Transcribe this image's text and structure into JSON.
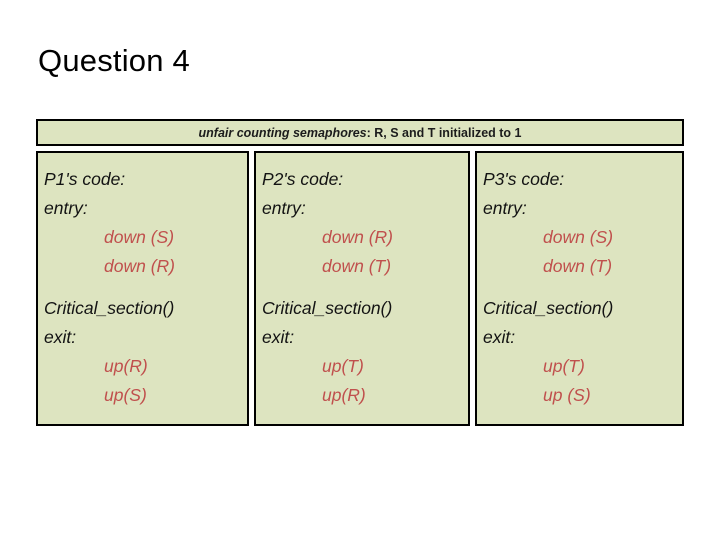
{
  "slide": {
    "title": "Question 4",
    "banner": {
      "italic_part": "unfair counting semaphores",
      "bold_part": ": R, S and T initialized to 1",
      "full_text": "unfair counting semaphores: R, S and T initialized to 1"
    },
    "colors": {
      "cell_background": "#dde4c0",
      "cell_border": "#000000",
      "body_text": "#131313",
      "operation_text": "#c0504d",
      "page_background": "#ffffff"
    },
    "columns": [
      {
        "header": "P1's code:",
        "entry_label": "entry:",
        "entry_ops": [
          "down (S)",
          "down (R)"
        ],
        "critical": "Critical_section()",
        "exit_label": "exit:",
        "exit_ops": [
          "up(R)",
          "up(S)"
        ]
      },
      {
        "header": "P2's code:",
        "entry_label": "entry:",
        "entry_ops": [
          "down (R)",
          "down (T)"
        ],
        "critical": "Critical_section()",
        "exit_label": "exit:",
        "exit_ops": [
          "up(T)",
          "up(R)"
        ]
      },
      {
        "header": "P3's code:",
        "entry_label": "entry:",
        "entry_ops": [
          "down (S)",
          "down (T)"
        ],
        "critical": "Critical_section()",
        "exit_label": "exit:",
        "exit_ops": [
          "up(T)",
          "up (S)"
        ]
      }
    ]
  }
}
